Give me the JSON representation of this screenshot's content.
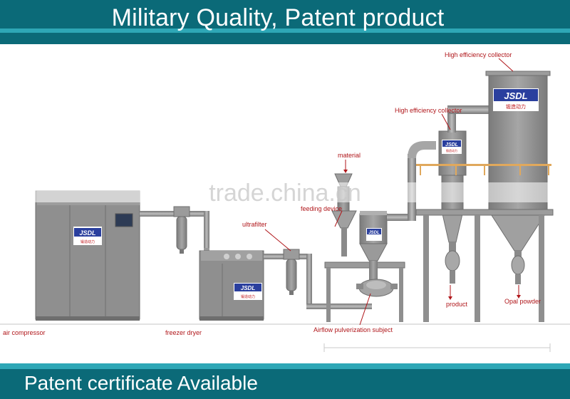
{
  "header": {
    "title": "Military Quality, Patent product"
  },
  "footer": {
    "title": "Patent certificate Available"
  },
  "watermark": "trade.china.cn",
  "brand": {
    "logo": "JSDL",
    "tagline": "锻造动力"
  },
  "labels": {
    "air_compressor": "air compressor",
    "freezer_dryer": "freezer dryer",
    "ultrafilter": "ultrafilter",
    "feeding_device": "feeding device",
    "material": "material",
    "airflow_subject": "Airflow pulverization subject",
    "collector_1": "High efficiency collector",
    "collector_2": "High efficiency collector",
    "product": "product",
    "opal_powder": "Opal powder"
  },
  "colors": {
    "banner": "#0b6a78",
    "banner_stripe": "#2ea7b6",
    "label": "#b0161a",
    "machine": "#8a8a8a",
    "logo_bg": "#2a3f9e"
  }
}
